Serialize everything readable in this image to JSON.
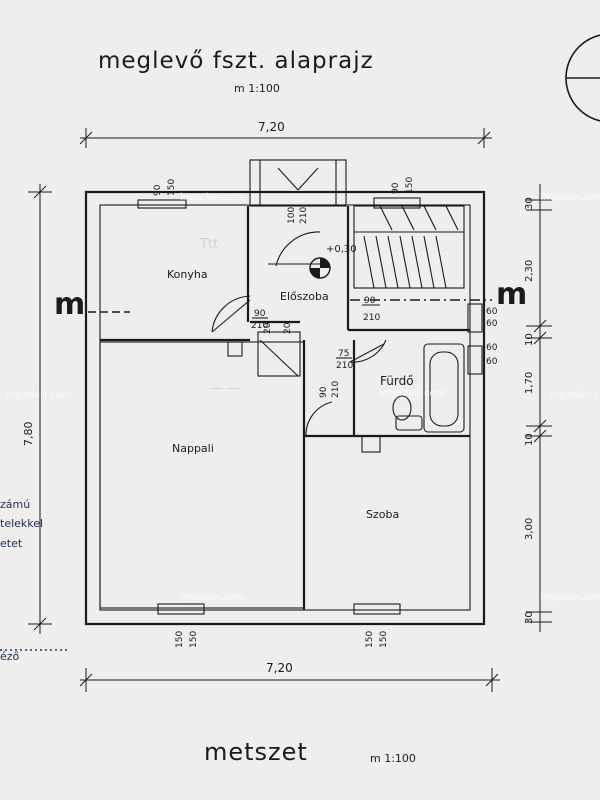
{
  "header": {
    "title": "meglevő fszt. alaprajz",
    "scale": "m   1:100"
  },
  "footer": {
    "title": "metszet",
    "scale": "m   1:100"
  },
  "rooms": {
    "kitchen": "Konyha",
    "hall": "Előszoba",
    "living": "Nappali",
    "bath": "Fürdő",
    "bedroom": "Szoba"
  },
  "level": "+0,30",
  "dimensions": {
    "top_width": "7,20",
    "bottom_width": "7,20",
    "left_height": "7,80",
    "right_30_top": "30",
    "right_230": "2,30",
    "right_10_a": "10",
    "right_170": "1,70",
    "right_10_b": "10",
    "right_300": "3,00",
    "right_30_bottom": "30"
  },
  "openings": {
    "kitchen_window_a": "90",
    "kitchen_window_b": "150",
    "entry_a": "100",
    "entry_b": "210",
    "stair_window_a": "90",
    "stair_window_b": "150",
    "kitchen_door_a": "90",
    "kitchen_door_b": "210",
    "kitchen_door_c": "20",
    "hall_door_a": "90",
    "hall_door_b": "210",
    "bath_door_a": "75",
    "bath_door_b": "210",
    "side_door_a": "90",
    "side_door_b": "210",
    "right_w1": "60",
    "right_w2": "60",
    "right_w3": "60",
    "right_w4": "60",
    "living_window_a": "150",
    "living_window_b": "150",
    "bedroom_window_a": "150",
    "bedroom_window_b": "150"
  },
  "section_marks": {
    "left": "m",
    "right": "m"
  },
  "watermark": "ingatlan.com",
  "side_text": [
    "zámú",
    "telekkel",
    "etet",
    "éző"
  ]
}
